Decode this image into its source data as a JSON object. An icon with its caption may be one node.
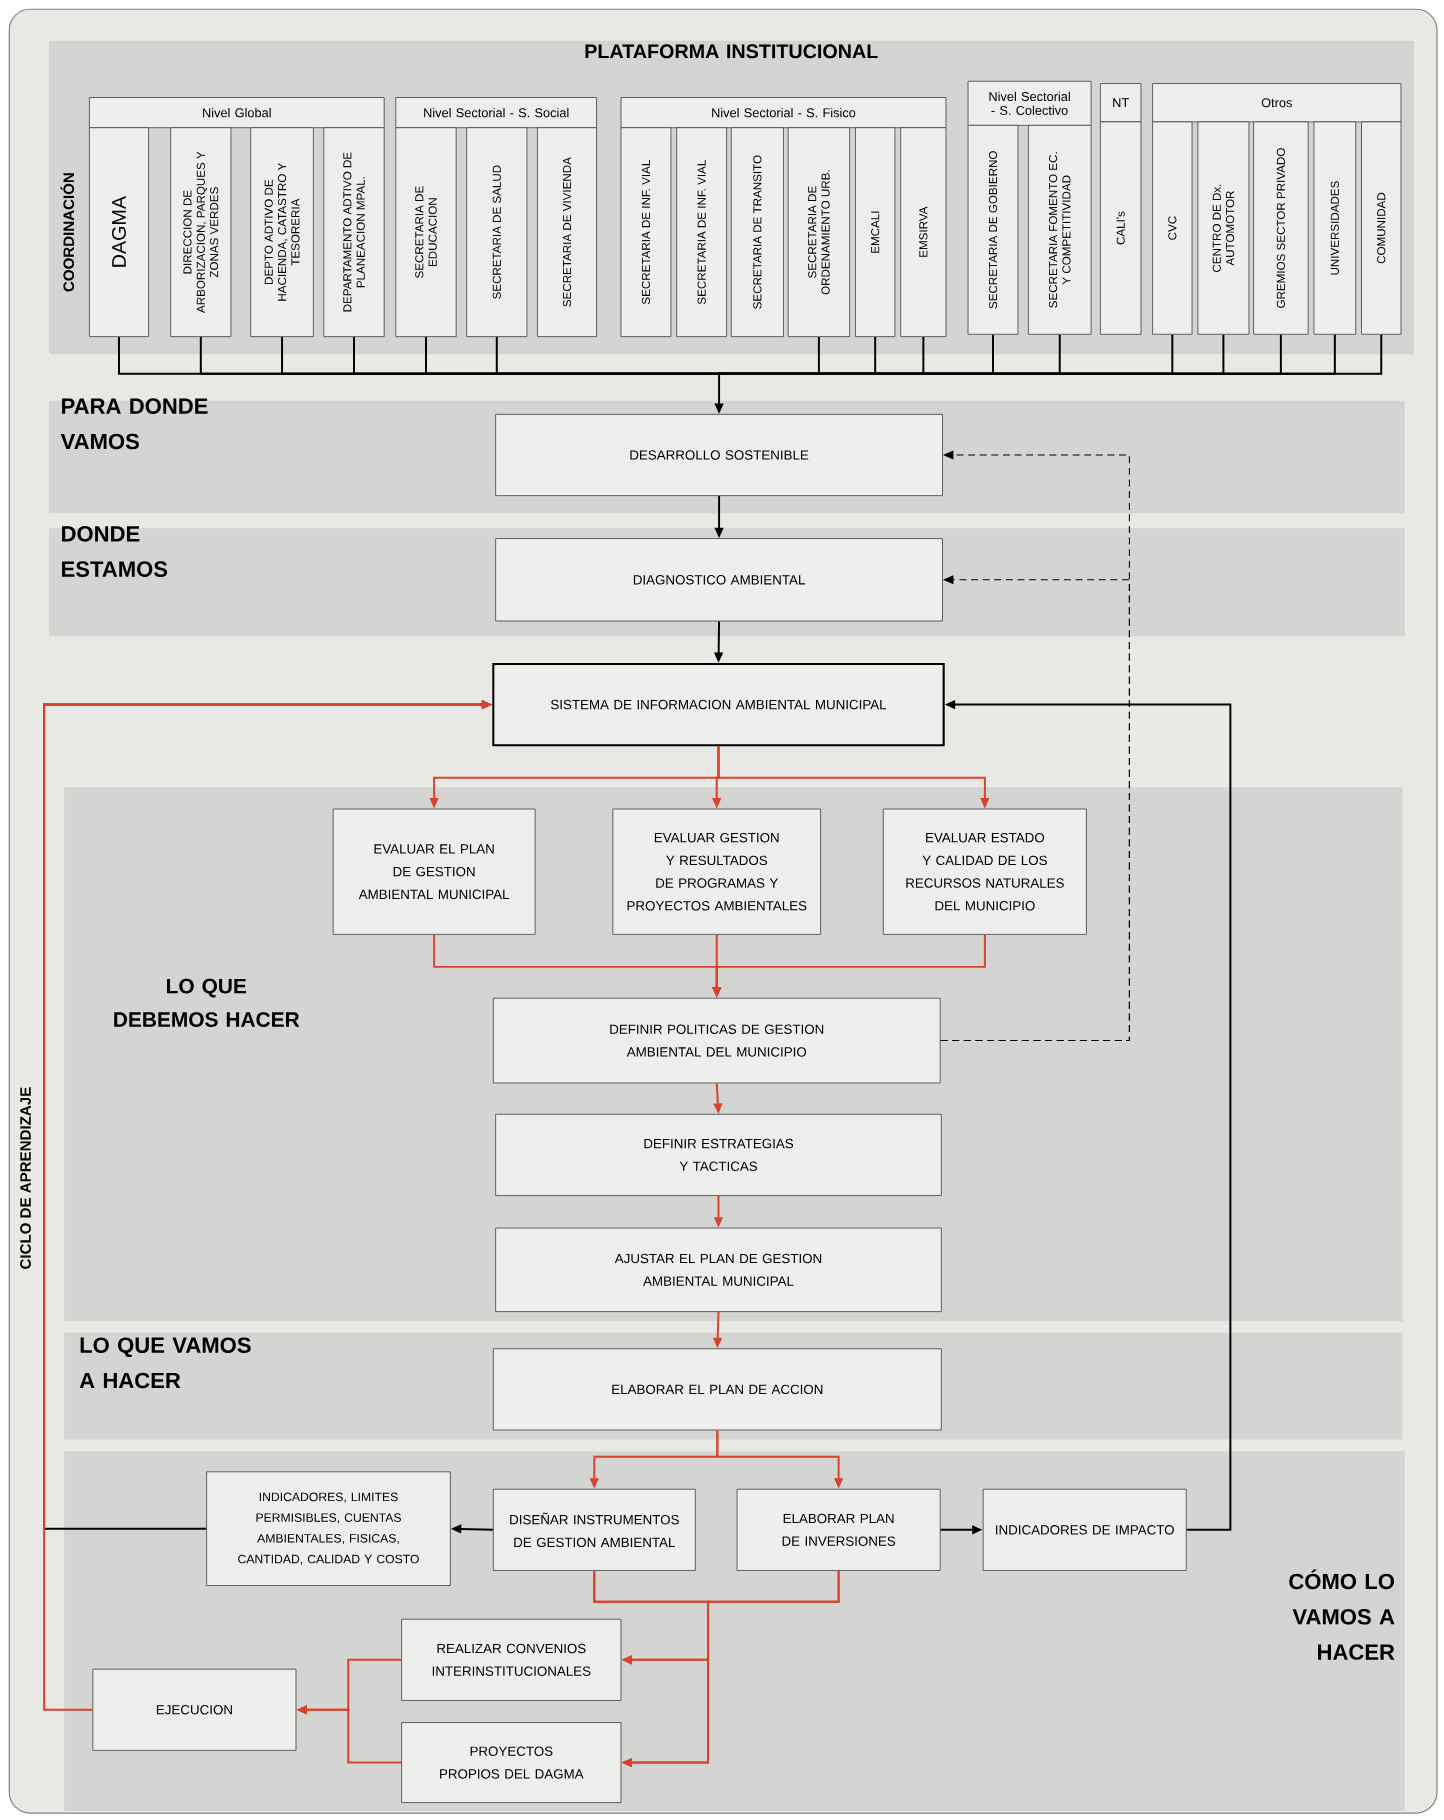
{
  "diagram": {
    "nodes": [
      {
        "text": [
          "PLATAFORMA INSTITUCIONAL"
        ]
      },
      {
        "text": [
          "Nivel Global"
        ],
        "in": 0
      },
      {
        "text": [
          "DAGMA"
        ],
        "in": 0
      },
      {
        "text": [
          "DIRECCION DE ARBORIZACION, PARQUES Y ZONAS VERDES"
        ],
        "in": 0
      },
      {
        "text": [
          "DEPTO ADTIVO DE HACIENDA, CATASTRO Y TESORERIA"
        ],
        "in": 0
      },
      {
        "text": [
          "DEPARTAMENTO ADTIVO DE PLANEACION MPAL."
        ],
        "in": 0
      },
      {
        "text": [
          "Nivel Sectorial - S. Social"
        ],
        "in": 0
      },
      {
        "text": [
          "SECRETARIA DE EDUCACION"
        ],
        "in": 0
      },
      {
        "text": [
          "SECRETARIA DE SALUD"
        ],
        "in": 0
      },
      {
        "text": [
          "SECRETARIA DE VIVIENDA"
        ],
        "in": 0
      },
      {
        "text": [
          "Nivel Sectorial - S. Fisico"
        ],
        "in": 0
      },
      {
        "text": [
          "SECRETARIA DE INF. VIAL"
        ],
        "in": 0
      },
      {
        "text": [
          "SECRETARIA DE INF. VIAL"
        ],
        "in": 0
      },
      {
        "text": [
          "SECRETARIA DE TRANSITO"
        ],
        "in": 0
      },
      {
        "text": [
          "SECRETARIA DE ORDENAMIENTO URB."
        ],
        "in": 0
      },
      {
        "text": [
          "EMCALI"
        ],
        "in": 0
      },
      {
        "text": [
          "EMSIRVA"
        ],
        "in": 0
      },
      {
        "text": [
          "Nivel Sectorial - S. Colectivo"
        ],
        "in": 0
      },
      {
        "text": [
          "SECRETARIA DE GOBIERNO"
        ],
        "in": 0
      },
      {
        "text": [
          "SECRETARIA FOMENTO EC. Y COMPETITIVIDAD"
        ],
        "in": 0
      },
      {
        "text": [
          "NT"
        ],
        "in": 0
      },
      {
        "text": [
          "CALI's"
        ],
        "in": 0
      },
      {
        "text": [
          "Otros"
        ],
        "in": 0
      },
      {
        "text": [
          "CVC"
        ],
        "in": 0
      },
      {
        "text": [
          "CENTRO DE Dx. AUTOMOTOR"
        ],
        "in": 0
      },
      {
        "text": [
          "GREMIOS SECTOR PRIVADO"
        ],
        "in": 0
      },
      {
        "text": [
          "UNIVERSIDADES"
        ],
        "in": 0
      },
      {
        "text": [
          "COMUNIDAD"
        ],
        "in": 0
      },
      {
        "text": [
          "PARA DONDE VAMOS"
        ]
      },
      {
        "text": [
          "DESARROLLO SOSTENIBLE"
        ],
        "in": 28
      },
      {
        "text": [
          "DONDE ESTAMOS"
        ]
      },
      {
        "text": [
          "DIAGNOSTICO AMBIENTAL"
        ],
        "in": 30
      },
      {
        "text": [
          "SISTEMA DE INFORMACION AMBIENTAL MUNICIPAL"
        ]
      },
      {
        "text": [
          "LO QUE DEBEMOS HACER"
        ]
      },
      {
        "text": [
          "EVALUAR EL PLAN DE GESTION AMBIENTAL MUNICIPAL"
        ],
        "in": 33
      },
      {
        "text": [
          "EVALUAR GESTION Y RESULTADOS DE PROGRAMAS Y PROYECTOS AMBIENTALES"
        ],
        "in": 33
      },
      {
        "text": [
          "EVALUAR ESTADO Y CALIDAD DE LOS RECURSOS NATURALES DEL MUNICIPIO"
        ],
        "in": 33
      },
      {
        "text": [
          "DEFINIR POLITICAS DE GESTION AMBIENTAL DEL MUNICIPIO"
        ],
        "in": 33
      },
      {
        "text": [
          "DEFINIR ESTRATEGIAS Y TACTICAS"
        ],
        "in": 33
      },
      {
        "text": [
          "AJUSTAR EL PLAN DE GESTION AMBIENTAL MUNICIPAL"
        ],
        "in": 33
      },
      {
        "text": [
          "LO QUE VAMOS A HACER"
        ]
      },
      {
        "text": [
          "ELABORAR EL PLAN DE ACCION"
        ],
        "in": 40
      },
      {
        "text": [
          "CÓMO LO VAMOS A HACER"
        ]
      },
      {
        "text": [
          "INDICADORES, LIMITES PERMISIBLES, CUENTAS AMBIENTALES, FISICAS, CANTIDAD, CALIDAD Y COSTO"
        ],
        "in": 42
      },
      {
        "text": [
          "DISEÑAR INSTRUMENTOS DE GESTION AMBIENTAL"
        ],
        "in": 42
      },
      {
        "text": [
          "ELABORAR PLAN DE INVERSIONES"
        ],
        "in": 42
      },
      {
        "text": [
          "INDICADORES DE IMPACTO"
        ],
        "in": 42
      },
      {
        "text": [
          "REALIZAR CONVENIOS INTERINSTITUCIONALES"
        ],
        "in": 42
      },
      {
        "text": [
          "EJECUCION"
        ],
        "in": 42
      },
      {
        "text": [
          "PROYECTOS PROPIOS DEL DAGMA"
        ],
        "in": 42
      }
    ],
    "edges": [
      {
        "from": 2,
        "to": 29,
        "arrow": "to"
      },
      {
        "from": 3,
        "to": 29,
        "arrow": "to"
      },
      {
        "from": 4,
        "to": 29,
        "arrow": "to"
      },
      {
        "from": 5,
        "to": 29,
        "arrow": "to"
      },
      {
        "from": 7,
        "to": 29,
        "arrow": "to"
      },
      {
        "from": 8,
        "to": 29,
        "arrow": "to"
      },
      {
        "from": 14,
        "to": 29,
        "arrow": "to"
      },
      {
        "from": 15,
        "to": 29,
        "arrow": "to"
      },
      {
        "from": 16,
        "to": 29,
        "arrow": "to"
      },
      {
        "from": 18,
        "to": 29,
        "arrow": "to"
      },
      {
        "from": 19,
        "to": 29,
        "arrow": "to"
      },
      {
        "from": 23,
        "to": 29,
        "arrow": "to"
      },
      {
        "from": 24,
        "to": 29,
        "arrow": "to"
      },
      {
        "from": 25,
        "to": 29,
        "arrow": "to"
      },
      {
        "from": 26,
        "to": 29,
        "arrow": "to"
      },
      {
        "from": 27,
        "to": 29,
        "arrow": "to"
      },
      {
        "from": 29,
        "to": 31,
        "arrow": "to"
      },
      {
        "from": 31,
        "to": 32,
        "arrow": "to"
      },
      {
        "from": 32,
        "to": 34,
        "arrow": "to",
        "color": "#d8432e"
      },
      {
        "from": 32,
        "to": 35,
        "arrow": "to",
        "color": "#d8432e"
      },
      {
        "from": 32,
        "to": 36,
        "arrow": "to",
        "color": "#d8432e"
      },
      {
        "from": 34,
        "to": 37,
        "arrow": "to",
        "color": "#d8432e"
      },
      {
        "from": 35,
        "to": 37,
        "arrow": "to",
        "color": "#d8432e"
      },
      {
        "from": 36,
        "to": 37,
        "arrow": "to",
        "color": "#d8432e"
      },
      {
        "from": 37,
        "to": 38,
        "arrow": "to",
        "color": "#d8432e"
      },
      {
        "from": 38,
        "to": 39,
        "arrow": "to",
        "color": "#d8432e"
      },
      {
        "from": 39,
        "to": 41,
        "arrow": "to",
        "color": "#d8432e"
      },
      {
        "from": 41,
        "to": 44,
        "arrow": "to",
        "color": "#d8432e"
      },
      {
        "from": 41,
        "to": 45,
        "arrow": "to",
        "color": "#d8432e"
      },
      {
        "from": 44,
        "to": 43,
        "arrow": "to"
      },
      {
        "from": 45,
        "to": 46,
        "arrow": "to"
      },
      {
        "from": 46,
        "to": 32,
        "arrow": "to"
      },
      {
        "from": 43,
        "to": 32,
        "arrow": "to"
      },
      {
        "from": 44,
        "to": 47,
        "arrow": "to",
        "color": "#d8432e"
      },
      {
        "from": 44,
        "to": 49,
        "arrow": "to",
        "color": "#d8432e"
      },
      {
        "from": 45,
        "to": 47,
        "arrow": "to",
        "color": "#d8432e"
      },
      {
        "from": 45,
        "to": 49,
        "arrow": "to",
        "color": "#d8432e"
      },
      {
        "from": 47,
        "to": 48,
        "arrow": "to",
        "color": "#d8432e"
      },
      {
        "from": 49,
        "to": 48,
        "arrow": "to",
        "color": "#d8432e"
      },
      {
        "from": 48,
        "to": 32,
        "arrow": "to",
        "color": "#d8432e",
        "label": "CICLO DE APRENDIZAJE"
      },
      {
        "from": 37,
        "to": 29,
        "arrow": "to",
        "style": "dashed"
      },
      {
        "from": 37,
        "to": 31,
        "arrow": "to",
        "style": "dashed"
      }
    ],
    "labels": [
      "COORDINACIÓN"
    ]
  }
}
